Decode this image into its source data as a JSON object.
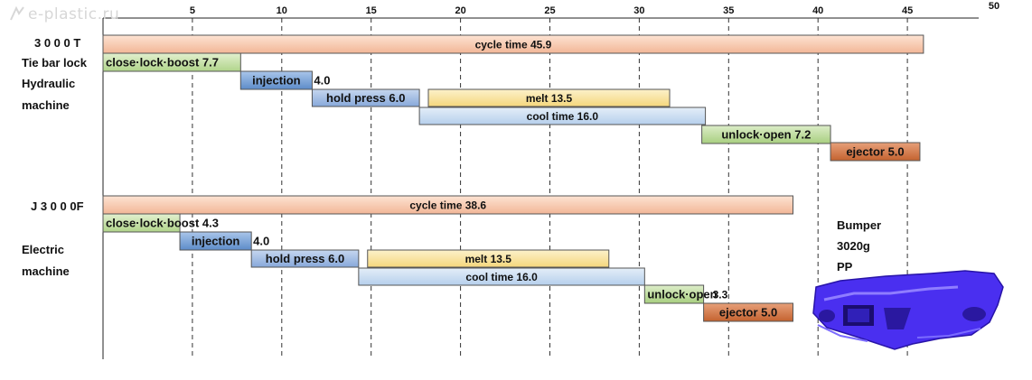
{
  "watermark": {
    "text": "e-plastic.ru"
  },
  "chart_data": {
    "type": "gantt",
    "xlim": [
      0,
      50
    ],
    "x_ticks": [
      5,
      10,
      15,
      20,
      25,
      30,
      35,
      40,
      45,
      50
    ],
    "x_tick_labels": [
      "5",
      "10",
      "15",
      "20",
      "25",
      "30",
      "35",
      "40",
      "45",
      "50"
    ],
    "grid": "vertical dashed",
    "groups": [
      {
        "labels": {
          "model": "3 0 0 0 T",
          "line2": "Tie bar lock",
          "line3": "Hydraulic",
          "line4": "machine"
        },
        "tasks": [
          {
            "name": "cycle time",
            "value": "45.9",
            "start": 0,
            "end": 45.9,
            "kind": "cycle"
          },
          {
            "name": "close·lock·boost",
            "value": "7.7",
            "start": 0,
            "end": 7.7,
            "kind": "close"
          },
          {
            "name": "injection",
            "value": "4.0",
            "start": 7.7,
            "end": 11.7,
            "kind": "injection"
          },
          {
            "name": "hold press",
            "value": "6.0",
            "start": 11.7,
            "end": 17.7,
            "kind": "hold"
          },
          {
            "name": "melt",
            "value": "13.5",
            "start": 18.2,
            "end": 31.7,
            "kind": "melt"
          },
          {
            "name": "cool time",
            "value": "16.0",
            "start": 17.7,
            "end": 33.7,
            "kind": "cool"
          },
          {
            "name": "unlock·open",
            "value": "7.2",
            "start": 33.5,
            "end": 40.7,
            "kind": "unlock"
          },
          {
            "name": "ejector",
            "value": "5.0",
            "start": 40.7,
            "end": 45.7,
            "kind": "ejector"
          }
        ]
      },
      {
        "labels": {
          "model": "J 3 0 0 0F",
          "line2": "",
          "line3": "Electric",
          "line4": "machine"
        },
        "tasks": [
          {
            "name": "cycle time",
            "value": "38.6",
            "start": 0,
            "end": 38.6,
            "kind": "cycle"
          },
          {
            "name": "close·lock·boost",
            "value": "4.3",
            "start": 0,
            "end": 4.3,
            "kind": "close"
          },
          {
            "name": "injection",
            "value": "4.0",
            "start": 4.3,
            "end": 8.3,
            "kind": "injection"
          },
          {
            "name": "hold press",
            "value": "6.0",
            "start": 8.3,
            "end": 14.3,
            "kind": "hold"
          },
          {
            "name": "melt",
            "value": "13.5",
            "start": 14.8,
            "end": 28.3,
            "kind": "melt"
          },
          {
            "name": "cool time",
            "value": "16.0",
            "start": 14.3,
            "end": 30.3,
            "kind": "cool"
          },
          {
            "name": "unlock·open",
            "value": "3.3",
            "start": 30.3,
            "end": 33.6,
            "kind": "unlock"
          },
          {
            "name": "ejector",
            "value": "5.0",
            "start": 33.6,
            "end": 38.6,
            "kind": "ejector"
          }
        ]
      }
    ]
  },
  "product": {
    "line1": "Bumper",
    "line2": "3020g",
    "line3": "PP"
  },
  "colors": {
    "cycle": "#f7c7ad",
    "close": "#c6dfa6",
    "injection": "#7aa4d6",
    "hold": "#9bb7de",
    "melt": "#f8e29c",
    "cool": "#c8dcf0",
    "unlock": "#bfdc9f",
    "ejector": "#d57a4a",
    "bumper": "#4a2ff0"
  }
}
